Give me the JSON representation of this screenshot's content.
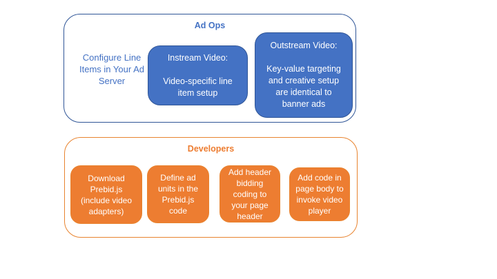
{
  "colors": {
    "blue_fill": "#4472C4",
    "blue_border": "#2F5597",
    "blue_accent": "#4472C4",
    "orange_fill": "#ED7D31",
    "orange_border": "#E8832E",
    "orange_accent": "#ED7D31",
    "box_text": "#FFFFFF",
    "page_bg": "#FFFFFF"
  },
  "ad_ops": {
    "title": "Ad Ops",
    "note": "Configure Line\nItems in Your Ad\nServer",
    "boxes": [
      {
        "name": "instream-video",
        "text": "Instream Video:\n\nVideo-specific line\nitem setup"
      },
      {
        "name": "outstream-video",
        "text": "Outstream Video:\n\nKey-value targeting\nand creative setup\nare identical to\nbanner ads"
      }
    ]
  },
  "developers": {
    "title": "Developers",
    "boxes": [
      {
        "name": "download-prebid",
        "text": "Download\nPrebid.js\n(include video\nadapters)"
      },
      {
        "name": "define-ad-units",
        "text": "Define ad\nunits in the\nPrebid.js\ncode"
      },
      {
        "name": "add-header-bidding",
        "text": "Add header\nbidding\ncoding to\nyour page\nheader"
      },
      {
        "name": "add-page-body-code",
        "text": "Add code in\npage body to\ninvoke video\nplayer"
      }
    ]
  }
}
